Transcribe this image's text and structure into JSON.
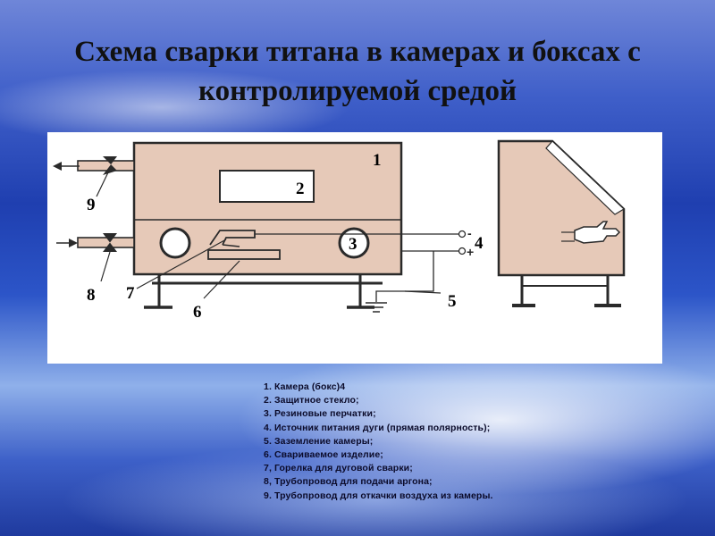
{
  "title": {
    "line1": "Схема сварки титана в камерах и боксах с",
    "line2": "контролируемой средой"
  },
  "diagram": {
    "labels": {
      "n1": "1",
      "n2": "2",
      "n3": "3",
      "n4": "4",
      "n5": "5",
      "n6": "6",
      "n7": "7",
      "n8": "8",
      "n9": "9"
    },
    "polarity_minus": "-",
    "polarity_plus": "+",
    "colors": {
      "chamber_fill": "#e6c9b8",
      "line": "#2a2a2a",
      "background": "#ffffff"
    }
  },
  "legend": [
    "1. Камера (бокс)4",
    "2. Защитное стекло;",
    "3. Резиновые перчатки;",
    "4. Источник питания дуги (прямая полярность);",
    "5. Заземление камеры;",
    "6. Свариваемое изделие;",
    "7, Горелка для дуговой сварки;",
    "8, Трубопровод для подачи аргона;",
    "9. Трубопровод для откачки воздуха из камеры."
  ]
}
